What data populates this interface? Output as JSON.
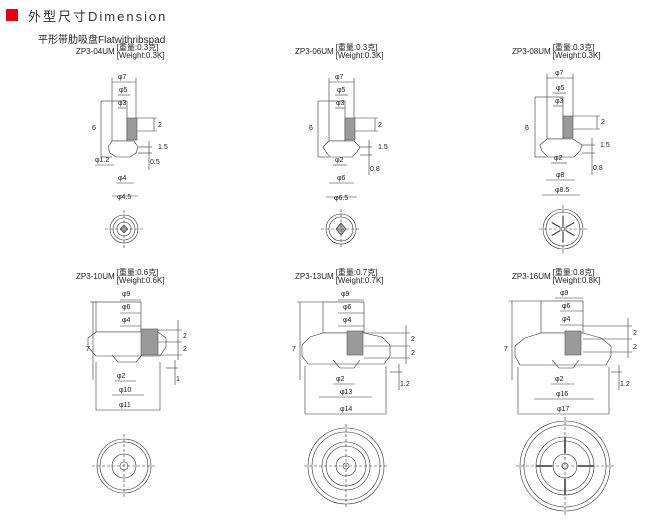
{
  "header": {
    "title": "外型尺寸Dimension",
    "accent_color": "#e60012"
  },
  "subtitle": "平形带肋吸盘Flatwithribspad",
  "models": [
    {
      "code": "ZP3-04UM",
      "weight_cn": "[重量:0.3克]",
      "weight_en": "[Weight:0.3K]",
      "dims": [
        "φ7",
        "φ5",
        "φ3",
        "2",
        "6",
        "0.5",
        "φ1.2",
        "1.5",
        "φ4",
        "φ4.5"
      ]
    },
    {
      "code": "ZP3-06UM",
      "weight_cn": "[重量:0.3克]",
      "weight_en": "[Weight:0.3K]",
      "dims": [
        "φ7",
        "φ5",
        "φ3",
        "2",
        "6",
        "1.5",
        "φ2",
        "0.8",
        "φ6",
        "φ6.5"
      ]
    },
    {
      "code": "ZP3-08UM",
      "weight_cn": "[重量:0.3克]",
      "weight_en": "[Weight:0.3K]",
      "dims": [
        "φ7",
        "φ5",
        "φ3",
        "2",
        "6",
        "1.5",
        "φ2",
        "0.8",
        "φ8",
        "φ8.5"
      ]
    },
    {
      "code": "ZP3-10UM",
      "weight_cn": "[重量:0.6克]",
      "weight_en": "[Weight:0.6K]",
      "dims": [
        "φ9",
        "φ6",
        "φ4",
        "2",
        "2",
        "7",
        "φ2",
        "1",
        "φ10",
        "φ11"
      ]
    },
    {
      "code": "ZP3-13UM",
      "weight_cn": "[重量:0.7克]",
      "weight_en": "[Weight:0.7K]",
      "dims": [
        "φ9",
        "φ6",
        "φ4",
        "2",
        "2",
        "7",
        "φ2",
        "1.2",
        "φ13",
        "φ14"
      ]
    },
    {
      "code": "ZP3-16UM",
      "weight_cn": "[重量:0.8克]",
      "weight_en": "[Weight:0.8K]",
      "dims": [
        "φ9",
        "φ6",
        "φ4",
        "2",
        "2",
        "7",
        "φ2",
        "1.2",
        "φ16",
        "φ17"
      ]
    }
  ]
}
